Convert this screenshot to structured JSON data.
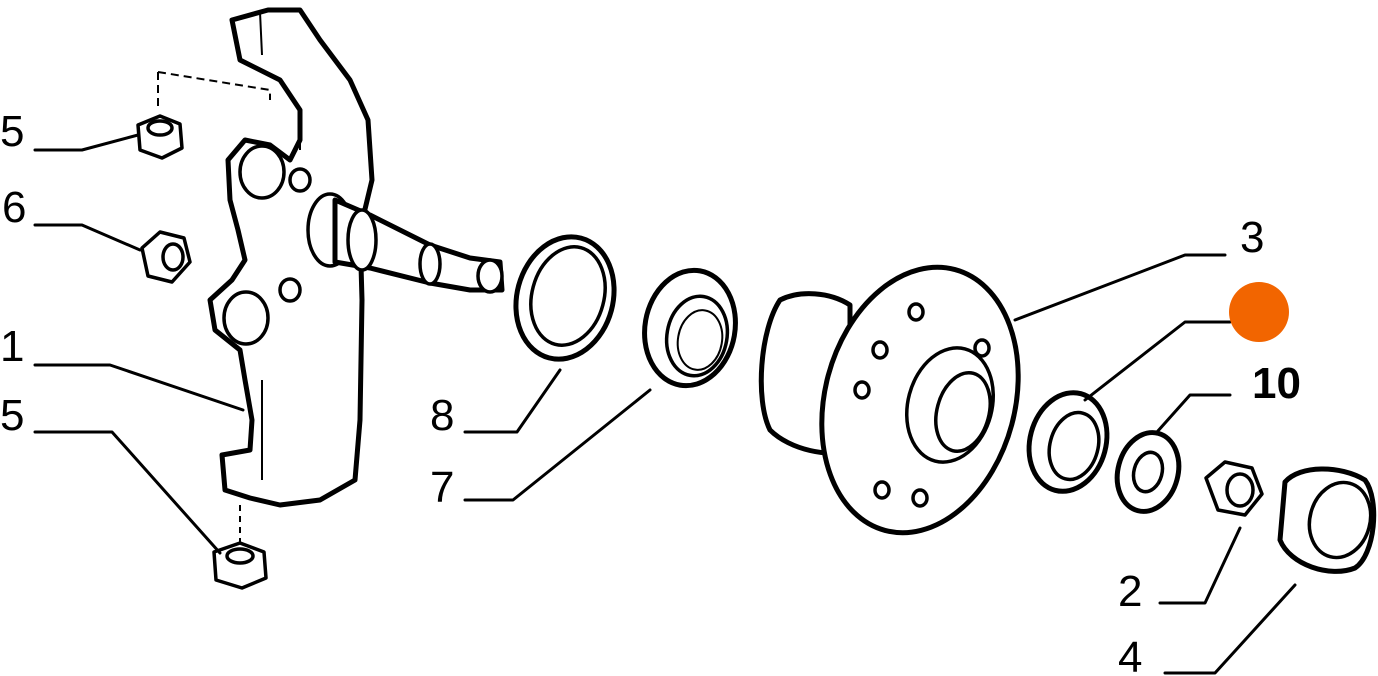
{
  "callouts": {
    "c5a": "5",
    "c6": "6",
    "c1": "1",
    "c5b": "5",
    "c8": "8",
    "c7": "7",
    "c3": "3",
    "c10": "10",
    "c2": "2",
    "c4": "4"
  },
  "colors": {
    "marker": "#f26500",
    "ink": "#000000"
  }
}
